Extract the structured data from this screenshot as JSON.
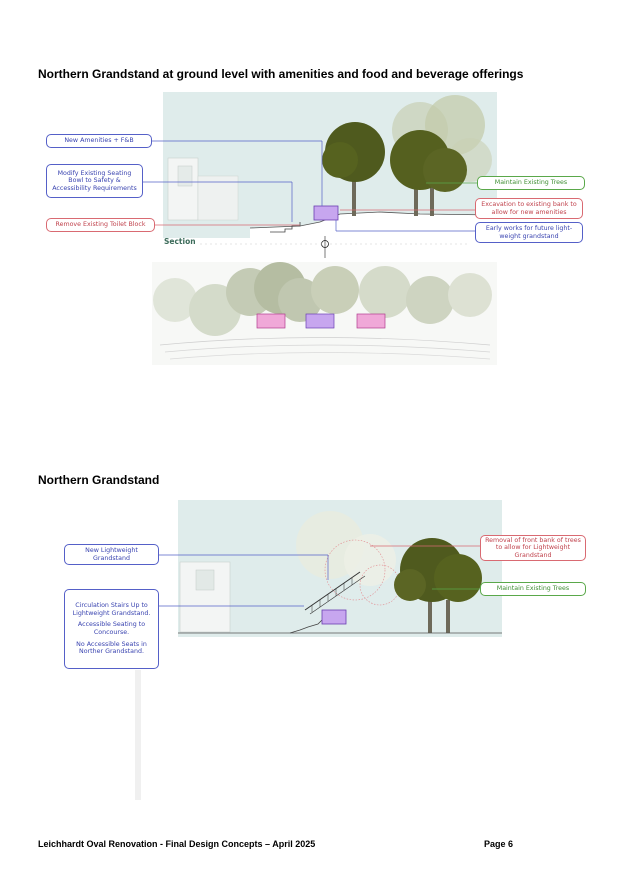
{
  "heading1": "Northern Grandstand at ground level with amenities and food and beverage offerings",
  "heading2": "Northern Grandstand",
  "figure1": {
    "section_label": "Section",
    "callouts": {
      "new_amenities": "New Amenities + F&B",
      "modify_seating": "Modify Existing Seating Bowl to Safety & Accessibility Requirements",
      "remove_toilet": "Remove Existing Toilet Block",
      "maintain_trees": "Maintain Existing Trees",
      "excavation": "Excavation to existing bank to allow for new amenities",
      "early_works": "Early works for future light-weight grandstand"
    }
  },
  "figure2": {
    "callouts": {
      "new_grandstand": "New Lightweight Grandstand",
      "circulation": "Circulation Stairs Up to Lightweight Grandstand.",
      "accessible_seating": "Accessible Seating to Concourse.",
      "no_accessible": "No Accessible Seats in Norther Grandstand.",
      "removal_bank": "Removal of front bank of trees to allow for Lightweight Grandstand",
      "maintain_trees": "Maintain Existing Trees"
    }
  },
  "footer": {
    "left": "Leichhardt Oval Renovation - Final Design Concepts – April 2025",
    "right": "Page 6"
  },
  "colors": {
    "blue": "#5560c8",
    "red": "#d96a72",
    "green": "#5aa84a",
    "tree_dark": "#4f5a1e",
    "sky": "#dfeceb",
    "amenity_pink": "#f0a8d8",
    "amenity_purple": "#c7a6ef"
  }
}
